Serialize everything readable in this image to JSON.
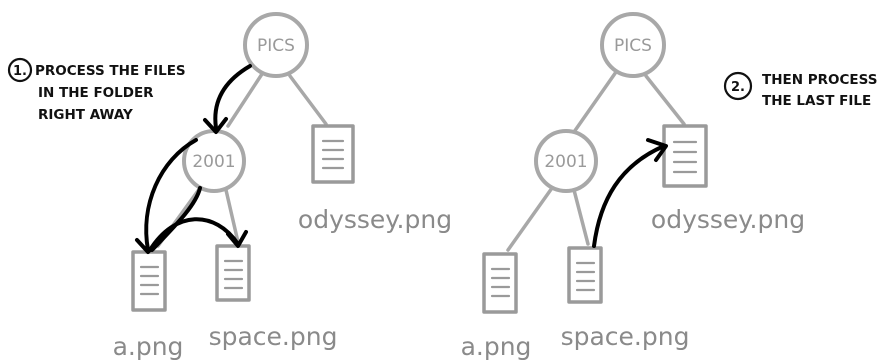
{
  "left": {
    "root_label": "PICS",
    "folder_label": "2001",
    "files": [
      "a.png",
      "space.png",
      "odyssey.png"
    ],
    "note": {
      "number": "1.",
      "lines": [
        "PROCESS THE FILES",
        "IN THE FOLDER",
        "RIGHT AWAY"
      ]
    }
  },
  "right": {
    "root_label": "PICS",
    "folder_label": "2001",
    "files": [
      "a.png",
      "space.png",
      "odyssey.png"
    ],
    "note": {
      "number": "2.",
      "lines": [
        "THEN PROCESS",
        "THE LAST FILE"
      ]
    }
  }
}
